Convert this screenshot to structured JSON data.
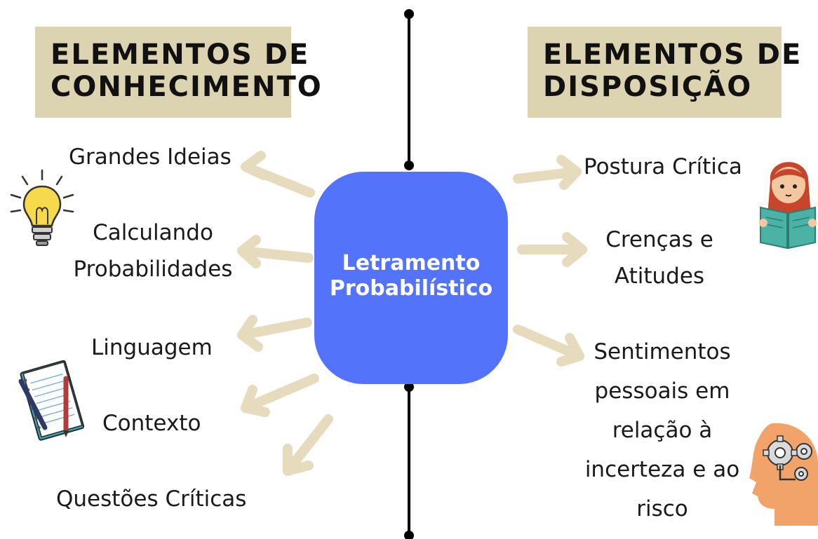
{
  "left_heading": "ELEMENTOS DE\nCONHECIMENTO",
  "right_heading": "ELEMENTOS DE\nDISPOSIÇÃO",
  "center_label": "Letramento\nProbabilístico",
  "left_items": [
    "Grandes Ideias",
    "Calculando\nProbabilidades",
    "Linguagem",
    "Contexto",
    "Questões Críticas"
  ],
  "right_items": [
    "Postura Crítica",
    "Crenças e\nAtitudes",
    "Sentimentos\npessoais em\nrelação à\nincerteza e ao\nrisco"
  ],
  "icons": [
    "lightbulb-icon",
    "notebook-pencil-icon",
    "reading-person-icon",
    "head-gears-icon"
  ],
  "colors": {
    "center_fill": "#5473fb",
    "arrow": "#e6dcbd",
    "tape": "#dcd3b1",
    "text": "#1a1a1a"
  }
}
